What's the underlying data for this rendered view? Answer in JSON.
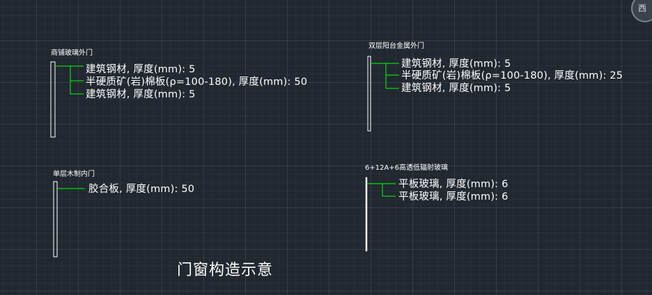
{
  "drawing": {
    "caption": "门窗构造示意",
    "viewcube_label": "西",
    "groups": [
      {
        "title": "商铺玻璃外门",
        "layers": [
          "建筑钢材, 厚度(mm): 5",
          "半硬质矿(岩)棉板(ρ=100-180), 厚度(mm): 50",
          "建筑钢材, 厚度(mm): 5"
        ]
      },
      {
        "title": "双层阳台金属外门",
        "layers": [
          "建筑钢材, 厚度(mm): 5",
          "半硬质矿(岩)棉板(ρ=100-180), 厚度(mm): 25",
          "建筑钢材, 厚度(mm): 5"
        ]
      },
      {
        "title": "单层木制内门",
        "layers": [
          "胶合板, 厚度(mm): 50"
        ]
      },
      {
        "title": "6+12A+6高透低辐射玻璃",
        "layers": [
          "平板玻璃, 厚度(mm): 6",
          "平板玻璃, 厚度(mm): 6"
        ]
      }
    ]
  },
  "colors": {
    "background": "#212830",
    "leader": "#00ff00",
    "outline": "#ffffff",
    "text": "#ffffff"
  }
}
